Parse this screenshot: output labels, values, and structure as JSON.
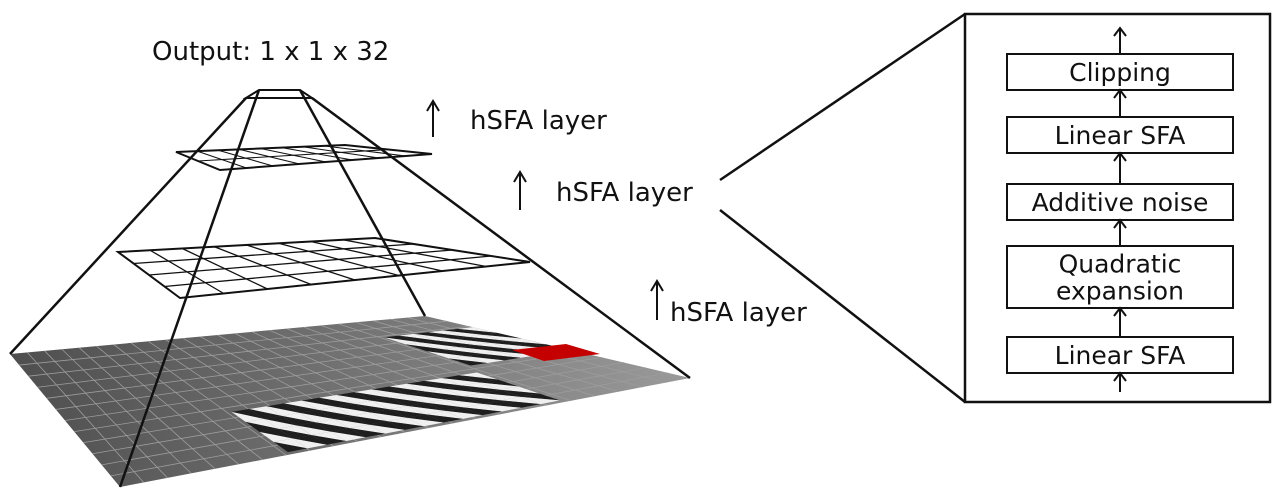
{
  "output_label": "Output: 1 x 1 x 32",
  "layer_labels": [
    "hSFA layer",
    "hSFA layer",
    "hSFA layer"
  ],
  "pipeline_steps": [
    {
      "lines": [
        "Clipping"
      ]
    },
    {
      "lines": [
        "Linear SFA"
      ]
    },
    {
      "lines": [
        "Additive noise"
      ]
    },
    {
      "lines": [
        "Quadratic",
        "expansion"
      ]
    },
    {
      "lines": [
        "Linear SFA"
      ]
    }
  ],
  "colors": {
    "line": "#111111",
    "floor_dark": "#5f5f5f",
    "floor_mid": "#8a8a8a",
    "highlight": "#cc0000",
    "checker_light": "#f2f2f2",
    "checker_dark": "#222222"
  }
}
